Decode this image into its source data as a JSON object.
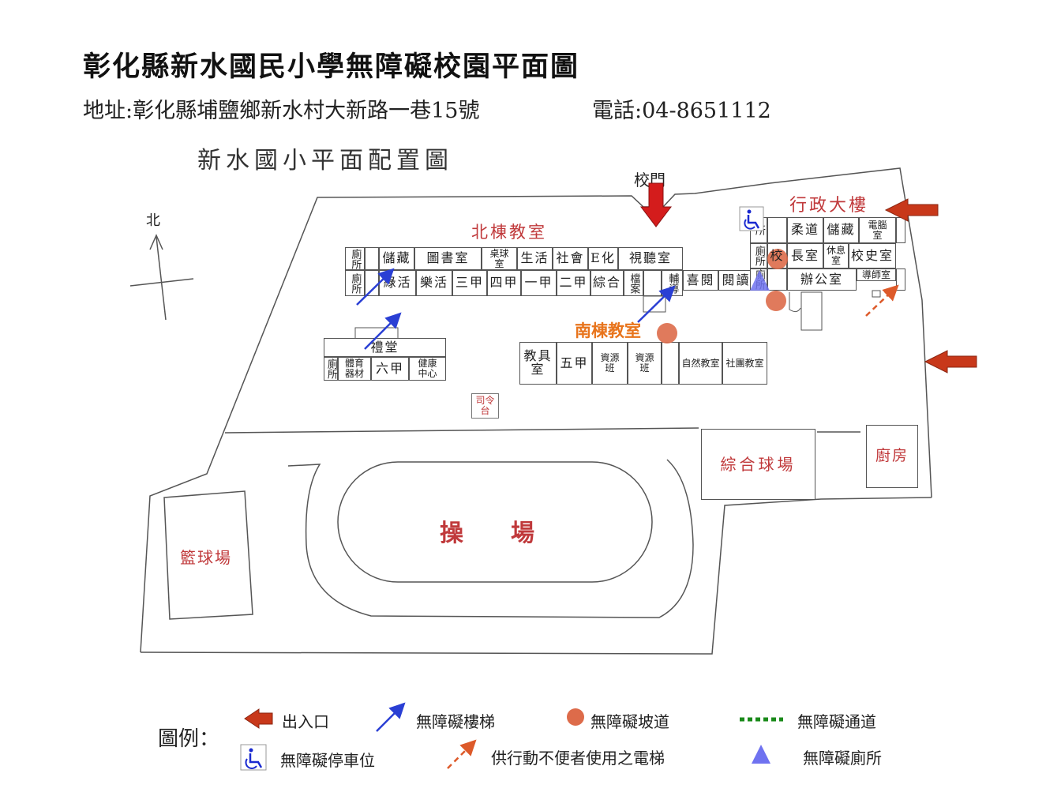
{
  "header": {
    "title": "彰化縣新水國民小學無障礙校園平面圖",
    "address": "地址:彰化縣埔鹽鄉新水村大新路一巷15號",
    "phone": "電話:04-8651112"
  },
  "map": {
    "subtitle": "新水國小平面配置圖",
    "north": "北",
    "gate": "校門",
    "north_building": "北棟教室",
    "south_building": "南棟教室",
    "admin_building": "行政大樓",
    "rooms": [
      "廁所",
      "",
      "儲藏",
      "圖書室",
      "桌球室",
      "生活",
      "社會",
      "E化",
      "視聽室",
      "廁所",
      "",
      "綠活",
      "樂活",
      "三甲",
      "四甲",
      "一甲",
      "二甲",
      "綜合",
      "檔案",
      "",
      "輔導",
      "喜閱",
      "閱讀",
      "所",
      "",
      "柔道",
      "儲藏",
      "電腦室",
      "",
      "廁所",
      "校",
      "長室",
      "休息室",
      "校史室",
      "廁所",
      "",
      "辦公室",
      "導師室",
      "",
      "禮堂",
      "廁所",
      "體育器材",
      "六甲",
      "健康中心",
      "教具室",
      "五甲",
      "資源班",
      "資源班",
      "",
      "自然教室",
      "社團教室"
    ],
    "podium": "司令台",
    "court": "綜合球場",
    "kitchen": "廚房",
    "basketball": "籃球場",
    "field": "操　　場"
  },
  "legend": {
    "title": "圖例：",
    "entrance": "出入口",
    "stairs": "無障礙樓梯",
    "ramp": "無障礙坡道",
    "passage": "無障礙通道",
    "parking": "無障礙停車位",
    "elevator": "供行動不便者使用之電梯",
    "toilet": "無障礙廁所"
  },
  "colors": {
    "entrance": "#c8381a",
    "ramp": "#dd6b4a",
    "stairs": "#2a3fd4",
    "toilet": "#6f72f0",
    "passage": "#1a8a1a",
    "label_red": "#c0393b",
    "label_orange": "#e8741c"
  }
}
